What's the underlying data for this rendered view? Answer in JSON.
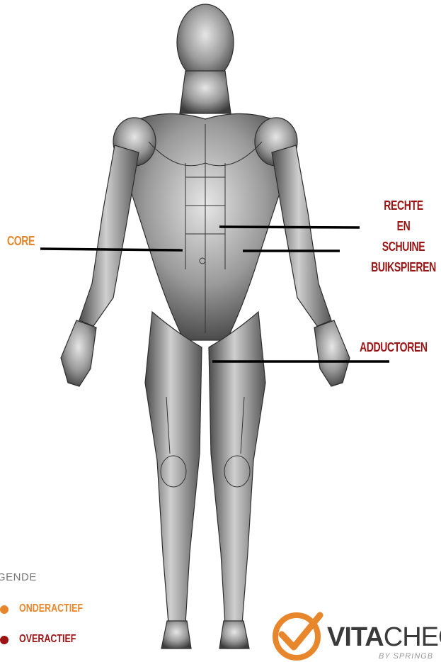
{
  "labels": {
    "core": "CORE",
    "buikspieren": [
      "RECHTE",
      "EN",
      "SCHUINE",
      "BUIKSPIEREN"
    ],
    "adductoren": "ADDUCTOREN"
  },
  "legend": {
    "title": "GENDE",
    "under": "ONDERACTIEF",
    "over": "OVERACTIEF"
  },
  "brand": {
    "name_bold": "VITA",
    "name_rest": "CHEC",
    "sub": "BY SPRINGB"
  },
  "colors": {
    "under": "#e8862c",
    "over": "#9b1414",
    "leader": "#000000",
    "skin_dark": "#4a4a4a",
    "skin_light": "#d9d9d9",
    "brand_orange": "#e8862c"
  }
}
